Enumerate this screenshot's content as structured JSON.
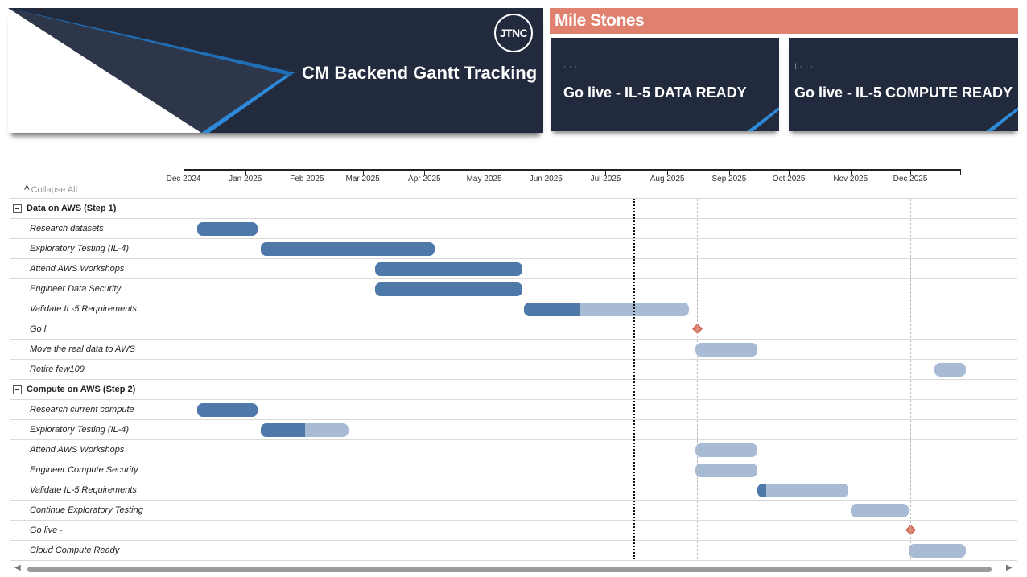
{
  "header": {
    "logo": "JTNC",
    "title": "CM Backend Gantt Tracking"
  },
  "milestones": {
    "title": "Mile Stones",
    "cards": [
      {
        "label": "Go live - IL-5 DATA READY"
      },
      {
        "label": "Go live - IL-5 COMPUTE READY"
      }
    ]
  },
  "gantt": {
    "collapse_label": "Collapse All",
    "months": [
      "Dec 2024",
      "Jan 2025",
      "Feb 2025",
      "Mar 2025",
      "Apr 2025",
      "May 2025",
      "Jun 2025",
      "Jul 2025",
      "Aug 2025",
      "Sep 2025",
      "Oct 2025",
      "Nov 2025",
      "Dec 2025"
    ],
    "today": "2025-07-15",
    "milestone_dates": [
      "2025-08-16",
      "2025-12-01"
    ],
    "rows": [
      {
        "type": "group",
        "name": "Data on AWS (Step 1)"
      },
      {
        "type": "task",
        "name": "Research datasets",
        "start": "2024-12-08",
        "end": "2025-01-07",
        "progress": 1.0
      },
      {
        "type": "task",
        "name": "Exploratory Testing (IL-4)",
        "start": "2025-01-09",
        "end": "2025-04-06",
        "progress": 1.0
      },
      {
        "type": "task",
        "name": "Attend AWS Workshops",
        "start": "2025-03-07",
        "end": "2025-05-20",
        "progress": 1.0
      },
      {
        "type": "task",
        "name": "Engineer Data Security",
        "start": "2025-03-07",
        "end": "2025-05-20",
        "progress": 1.0
      },
      {
        "type": "task",
        "name": "Validate IL-5 Requirements",
        "start": "2025-05-21",
        "end": "2025-08-12",
        "progress": 0.34
      },
      {
        "type": "milestone",
        "name": "Go l",
        "date": "2025-08-16"
      },
      {
        "type": "task",
        "name": "Move the real data to AWS",
        "start": "2025-08-15",
        "end": "2025-09-15",
        "progress": 0
      },
      {
        "type": "task",
        "name": "Retire few109",
        "start": "2025-12-13",
        "end": "2025-12-29",
        "progress": 0
      },
      {
        "type": "group",
        "name": "Compute on AWS (Step 2)"
      },
      {
        "type": "task",
        "name": "Research current compute",
        "start": "2024-12-08",
        "end": "2025-01-07",
        "progress": 1.0
      },
      {
        "type": "task",
        "name": "Exploratory Testing (IL-4)",
        "start": "2025-01-09",
        "end": "2025-02-22",
        "progress": 0.5
      },
      {
        "type": "task",
        "name": "Attend AWS Workshops",
        "start": "2025-08-15",
        "end": "2025-09-15",
        "progress": 0
      },
      {
        "type": "task",
        "name": "Engineer Compute Security",
        "start": "2025-08-15",
        "end": "2025-09-15",
        "progress": 0
      },
      {
        "type": "task",
        "name": "Validate IL-5 Requirements",
        "start": "2025-09-15",
        "end": "2025-10-31",
        "progress": 0.1
      },
      {
        "type": "task",
        "name": "Continue Exploratory Testing",
        "start": "2025-11-01",
        "end": "2025-11-30",
        "progress": 0
      },
      {
        "type": "milestone",
        "name": "Go live -",
        "date": "2025-12-01"
      },
      {
        "type": "task",
        "name": "Cloud Compute Ready",
        "start": "2025-11-30",
        "end": "2025-12-29",
        "progress": 0
      }
    ]
  }
}
